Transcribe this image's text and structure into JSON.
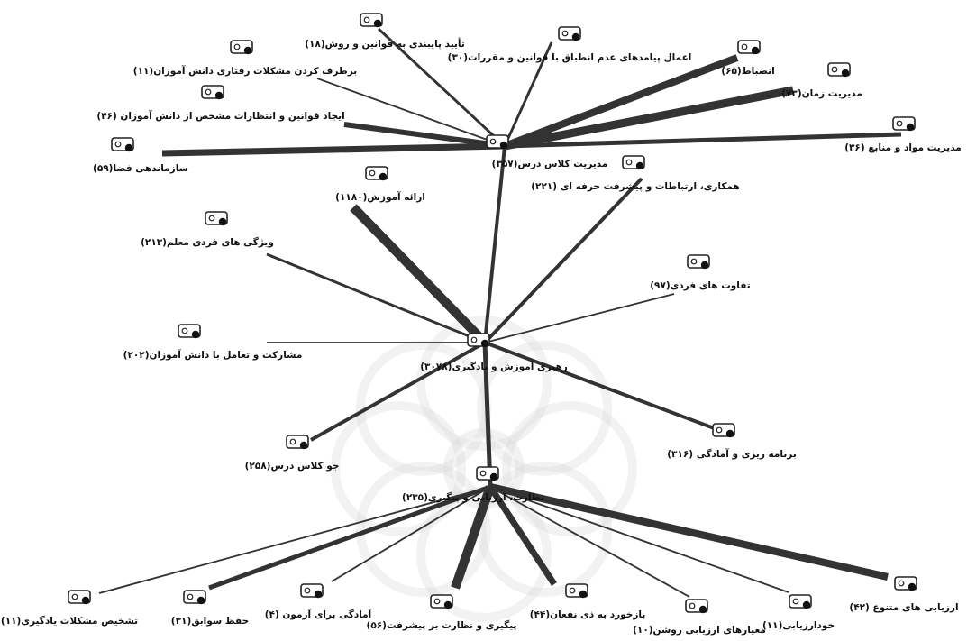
{
  "diagram": {
    "watermark_color": "#d9d9d9",
    "edge_color": "#333333",
    "nodes": [
      {
        "id": "classroom_mgmt",
        "label": "مدیریت کلاس درس(۳۵۷)"
      },
      {
        "id": "law_adherence",
        "label": "تأیید پایبندی به قوانین و روش(۱۸)"
      },
      {
        "id": "consequences",
        "label": "اعمال پیامدهای عدم انطباق با قوانین و مقررات(۳۰)"
      },
      {
        "id": "behavior_problems",
        "label": "برطرف کردن مشکلات رفتاری دانش آموزان(۱۱)"
      },
      {
        "id": "discipline",
        "label": "انضباط(۶۵)"
      },
      {
        "id": "time_mgmt",
        "label": "مدیریت زمان(۷۳)"
      },
      {
        "id": "rules_expectations",
        "label": "ایجاد قوانین و انتظارات مشخص از دانش آموزان (۴۶)"
      },
      {
        "id": "materials_mgmt",
        "label": "مدیریت مواد و منابع (۳۶)"
      },
      {
        "id": "space_org",
        "label": "سازماندهی فضا(۵۹)"
      },
      {
        "id": "collaboration",
        "label": "همکاری، ارتباطات و پیشرفت حرفه ای (۲۲۱)"
      },
      {
        "id": "teaching_delivery",
        "label": "ارائه آموزش(۱۱۸۰)"
      },
      {
        "id": "teacher_traits",
        "label": "ویژگی های فردی معلم(۲۱۳)"
      },
      {
        "id": "individual_diff",
        "label": "تفاوت های فردی(۹۷)"
      },
      {
        "id": "leadership",
        "label": "رهبری آموزش و یادگیری(۳۰۷۸)"
      },
      {
        "id": "participation",
        "label": "مشارکت و تعامل با دانش آموزان(۲۰۲)"
      },
      {
        "id": "class_climate",
        "label": "جو کلاس درس(۲۵۸)"
      },
      {
        "id": "planning",
        "label": "برنامه ریزی و آمادگی (۳۱۶)"
      },
      {
        "id": "supervision",
        "label": "نظارت، ارزیابی و پیگیری(۲۳۵)"
      },
      {
        "id": "learning_diag",
        "label": "تشخیص مشکلات یادگیری(۱۱)"
      },
      {
        "id": "record_keeping",
        "label": "حفظ سوابق(۳۱)"
      },
      {
        "id": "exam_prep",
        "label": "آمادگی برای آزمون (۴)"
      },
      {
        "id": "progress_followup",
        "label": "پیگیری و نظارت بر پیشرفت(۵۶)"
      },
      {
        "id": "feedback",
        "label": "بازخورد به ذی نفعان(۴۴)"
      },
      {
        "id": "clear_criteria",
        "label": "معیارهای ارزیابی روشن(۱۰)"
      },
      {
        "id": "self_assessment",
        "label": "خودارزیابی(۱۱)"
      },
      {
        "id": "varied_assessment",
        "label": "ارزیابی های متنوع (۴۲)"
      }
    ],
    "edges": [
      {
        "from": "law_adherence",
        "to": "classroom_mgmt",
        "weight": 2
      },
      {
        "from": "consequences",
        "to": "classroom_mgmt",
        "weight": 2
      },
      {
        "from": "behavior_problems",
        "to": "classroom_mgmt",
        "weight": 1
      },
      {
        "from": "discipline",
        "to": "classroom_mgmt",
        "weight": 7
      },
      {
        "from": "time_mgmt",
        "to": "classroom_mgmt",
        "weight": 8
      },
      {
        "from": "rules_expectations",
        "to": "classroom_mgmt",
        "weight": 5
      },
      {
        "from": "materials_mgmt",
        "to": "classroom_mgmt",
        "weight": 4
      },
      {
        "from": "space_org",
        "to": "classroom_mgmt",
        "weight": 6
      },
      {
        "from": "classroom_mgmt",
        "to": "leadership",
        "weight": 3
      },
      {
        "from": "collaboration",
        "to": "leadership",
        "weight": 3
      },
      {
        "from": "teaching_delivery",
        "to": "leadership",
        "weight": 9
      },
      {
        "from": "teacher_traits",
        "to": "leadership",
        "weight": 2
      },
      {
        "from": "individual_diff",
        "to": "leadership",
        "weight": 1
      },
      {
        "from": "participation",
        "to": "leadership",
        "weight": 1
      },
      {
        "from": "class_climate",
        "to": "leadership",
        "weight": 3
      },
      {
        "from": "planning",
        "to": "leadership",
        "weight": 3
      },
      {
        "from": "leadership",
        "to": "supervision",
        "weight": 4
      },
      {
        "from": "learning_diag",
        "to": "supervision",
        "weight": 1
      },
      {
        "from": "record_keeping",
        "to": "supervision",
        "weight": 4
      },
      {
        "from": "exam_prep",
        "to": "supervision",
        "weight": 1
      },
      {
        "from": "progress_followup",
        "to": "supervision",
        "weight": 9
      },
      {
        "from": "feedback",
        "to": "supervision",
        "weight": 6
      },
      {
        "from": "clear_criteria",
        "to": "supervision",
        "weight": 1
      },
      {
        "from": "self_assessment",
        "to": "supervision",
        "weight": 1
      },
      {
        "from": "varied_assessment",
        "to": "supervision",
        "weight": 7
      }
    ]
  }
}
